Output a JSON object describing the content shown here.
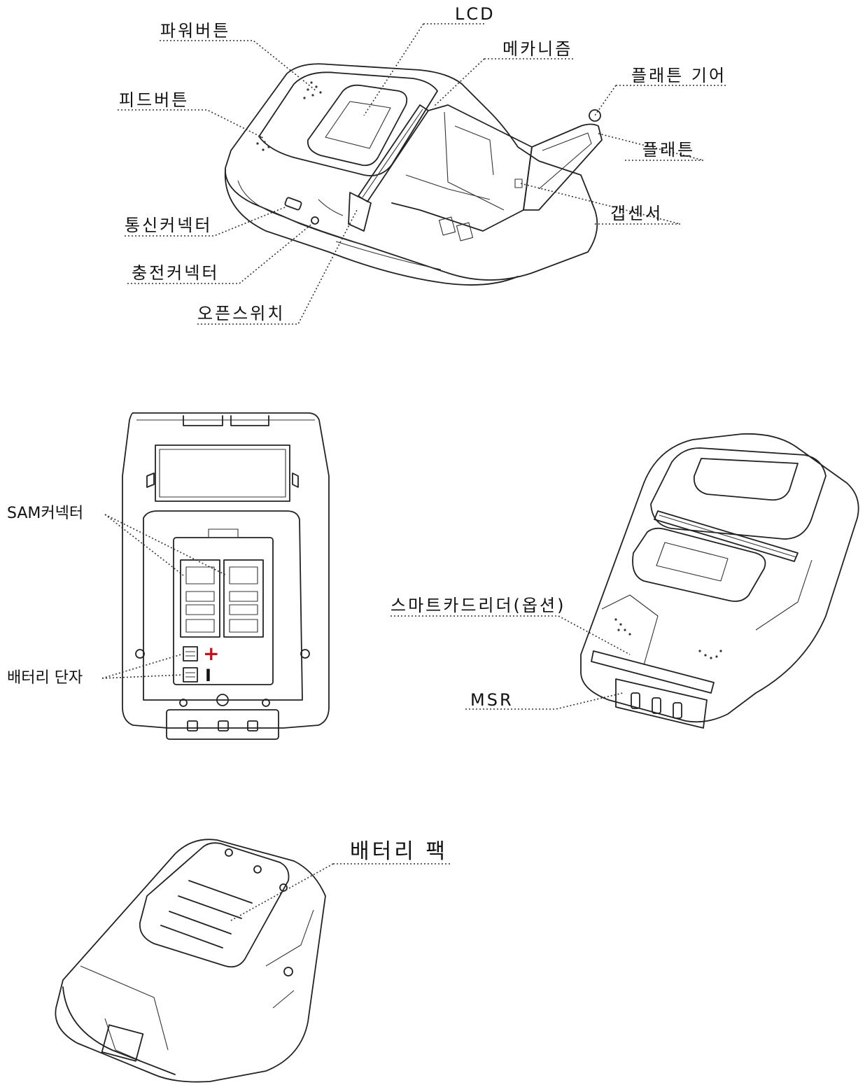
{
  "labels": {
    "power_button": "파워버튼",
    "lcd": "LCD",
    "mechanism": "메카니즘",
    "platen_gear": "플래튼 기어",
    "feed_button": "피드버튼",
    "platen": "플래튼",
    "comm_connector": "통신커넥터",
    "gap_sensor": "갭센서",
    "charge_connector": "충전커넥터",
    "open_switch": "오픈스위치",
    "sam_connector": "SAM커넥터",
    "battery_terminal": "배터리 단자",
    "smartcard_reader": "스마트카드리더(옵션)",
    "msr": "MSR",
    "battery_pack": "배터리 팩"
  },
  "terminal_marks": {
    "plus": "+",
    "minus": "I"
  },
  "colors": {
    "plus_mark": "#c0141c",
    "line": "#222222"
  }
}
